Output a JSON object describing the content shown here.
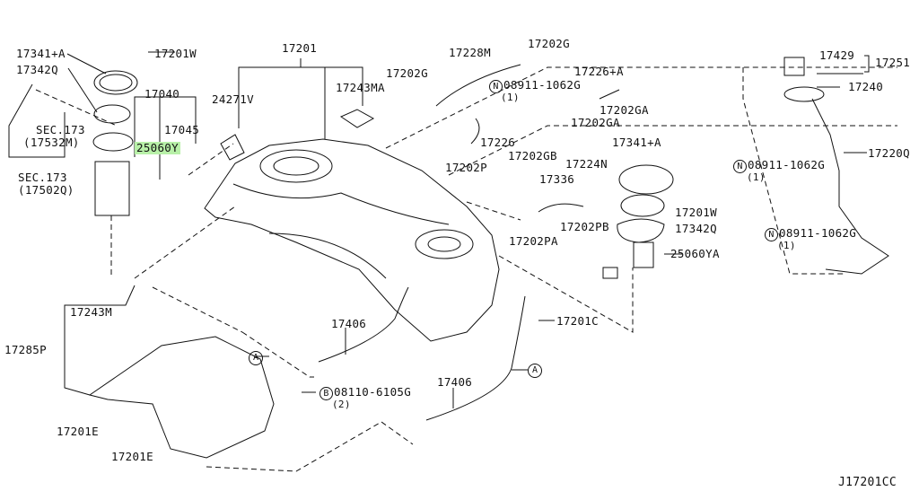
{
  "diagram": {
    "title": "Fuel tank assembly parts diagram",
    "figure_code": "J17201CC",
    "highlight_color": "#b8f0a8",
    "labels": {
      "p17341A_left": "17341+A",
      "p17201W_left": "17201W",
      "p17342Q_left": "17342Q",
      "p17040": "17040",
      "p17045": "17045",
      "p25060Y": "25060Y",
      "sec173_a": "SEC.173",
      "sec173_a_ref": "(17532M)",
      "sec173_b": "SEC.173",
      "sec173_b_ref": "(17502Q)",
      "p17201": "17201",
      "p24271V": "24271V",
      "p17243MA": "17243MA",
      "p17202G_a": "17202G",
      "p17228M": "17228M",
      "p17202G_b": "17202G",
      "p17226A": "17226+A",
      "n08911_a": "08911-1062G",
      "n08911_a_qty": "(1)",
      "p17202GA_a": "17202GA",
      "p17202GA_b": "17202GA",
      "p17226": "17226",
      "p17202GB": "17202GB",
      "p17224N": "17224N",
      "p17202P": "17202P",
      "p17341A_right": "17341+A",
      "p17336": "17336",
      "p17202PB": "17202PB",
      "p17202PA": "17202PA",
      "p17201W_right": "17201W",
      "p17342Q_right": "17342Q",
      "p25060YA": "25060YA",
      "p17429": "17429",
      "p17251": "17251",
      "p17240": "17240",
      "p17220Q": "17220Q",
      "n08911_b": "08911-1062G",
      "n08911_b_qty": "(1)",
      "n08911_c": "08911-1062G",
      "n08911_c_qty": "(1)",
      "p17243M": "17243M",
      "p17285P": "17285P",
      "p17201E_a": "17201E",
      "p17201E_b": "17201E",
      "p17406_a": "17406",
      "p17406_b": "17406",
      "b08110": "08110-6105G",
      "b08110_qty": "(2)",
      "p17201C": "17201C"
    },
    "symbols": {
      "nut_marker": "N",
      "bolt_marker": "B",
      "ref_a": "A"
    }
  }
}
